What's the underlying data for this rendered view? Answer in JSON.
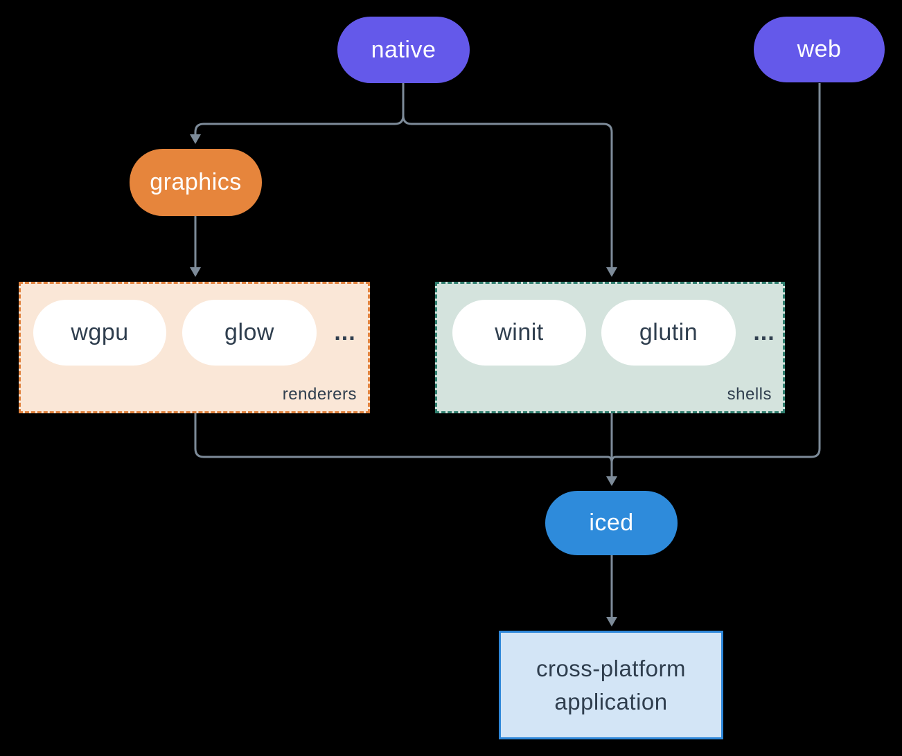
{
  "diagram": {
    "nodes": {
      "native": {
        "label": "native"
      },
      "web": {
        "label": "web"
      },
      "graphics": {
        "label": "graphics"
      },
      "iced": {
        "label": "iced"
      },
      "app": {
        "lines": [
          "cross-platform",
          "application"
        ]
      }
    },
    "groups": {
      "renderers": {
        "label": "renderers",
        "items": [
          "wgpu",
          "glow"
        ],
        "ellipsis": "..."
      },
      "shells": {
        "label": "shells",
        "items": [
          "winit",
          "glutin"
        ],
        "ellipsis": "..."
      }
    },
    "colors": {
      "background": "#000000",
      "node_purple": "#6459EA",
      "node_orange": "#E6853C",
      "node_blue": "#2E8BDB",
      "pill_white": "#FFFFFF",
      "renderers_bg": "#FAE7D7",
      "renderers_border": "#E0813C",
      "shells_bg": "#D4E3DD",
      "shells_border": "#2F7E6E",
      "app_bg": "#D3E5F6",
      "app_border": "#2E87D9",
      "edge_line": "#7D8B99",
      "text_dark": "#2F3E4E",
      "text_light": "#FFFFFF"
    }
  }
}
